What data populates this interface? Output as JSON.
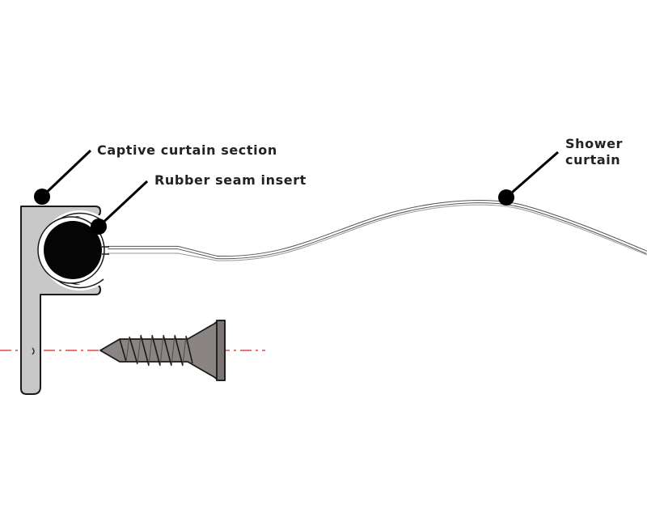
{
  "labels": {
    "captive_curtain_section": "Captive curtain section",
    "rubber_seam_insert": "Rubber seam insert",
    "shower_curtain_line1": "Shower",
    "shower_curtain_line2": "curtain"
  },
  "colors": {
    "profile_fill": "#c8c8c8",
    "outline": "#1a1a1a",
    "screw_fill": "#8a8582",
    "centerline": "#e02020",
    "callout_dot": "#000000",
    "label_text": "#222222"
  },
  "icons": {
    "screw": "countersunk-screw-icon",
    "callout": "callout-dot"
  }
}
